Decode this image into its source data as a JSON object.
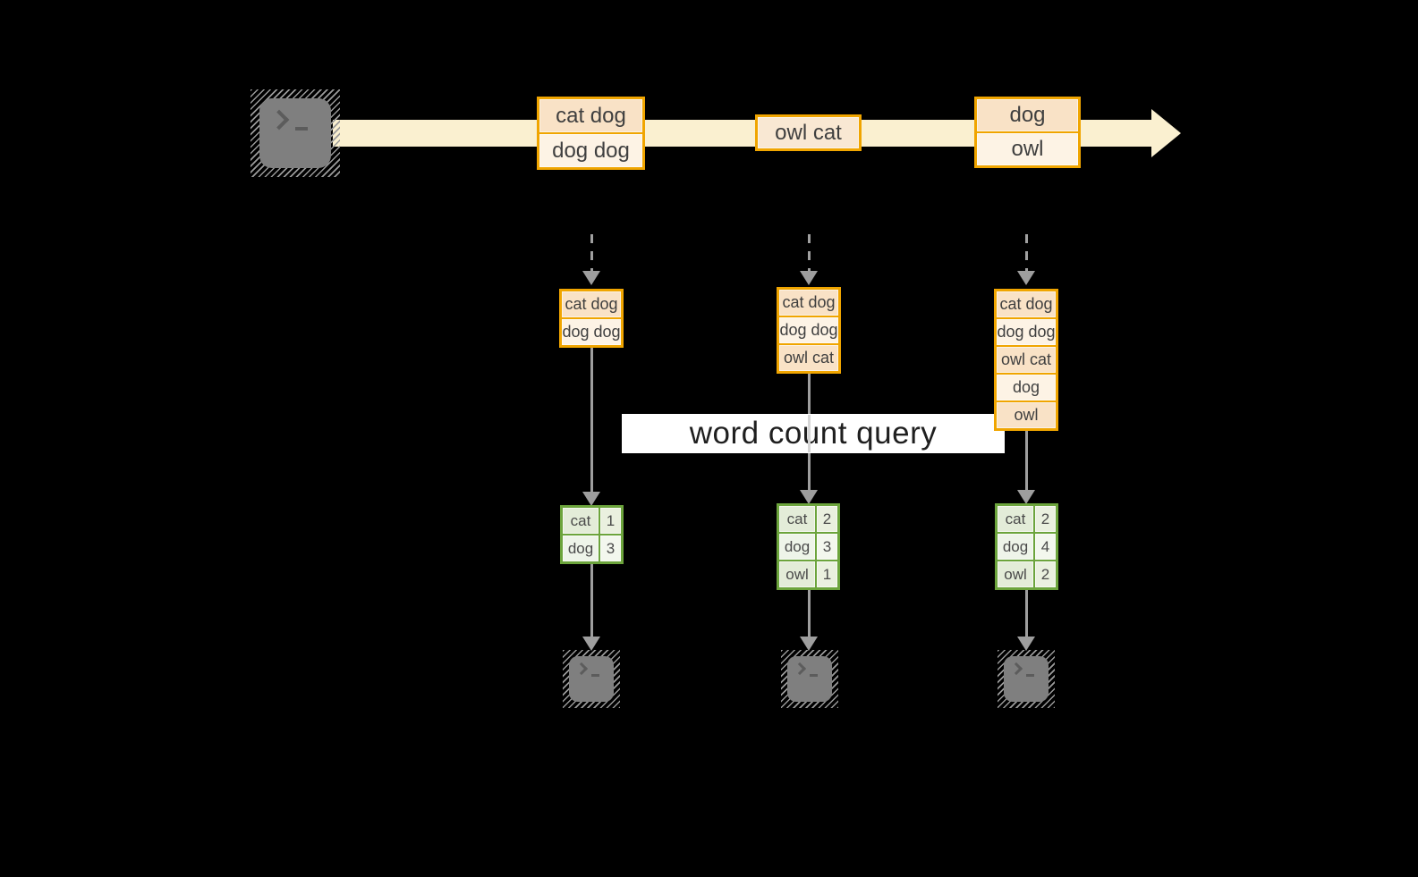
{
  "banner": {
    "label": "word count query"
  },
  "stream": {
    "source_icon": "terminal-icon",
    "arrowhead_icon": "right-arrowhead-icon",
    "event_groups": [
      {
        "rows": [
          "cat dog",
          "dog dog"
        ]
      },
      {
        "rows": [
          "owl cat"
        ]
      },
      {
        "rows": [
          "dog",
          "owl"
        ]
      }
    ]
  },
  "pipelines": [
    {
      "accumulated_rows": [
        "cat dog",
        "dog dog"
      ],
      "counts": [
        {
          "word": "cat",
          "count": "1"
        },
        {
          "word": "dog",
          "count": "3"
        }
      ],
      "sink_icon": "terminal-icon"
    },
    {
      "accumulated_rows": [
        "cat dog",
        "dog dog",
        "owl cat"
      ],
      "counts": [
        {
          "word": "cat",
          "count": "2"
        },
        {
          "word": "dog",
          "count": "3"
        },
        {
          "word": "owl",
          "count": "1"
        }
      ],
      "sink_icon": "terminal-icon"
    },
    {
      "accumulated_rows": [
        "cat dog",
        "dog dog",
        "owl cat",
        "dog",
        "owl"
      ],
      "counts": [
        {
          "word": "cat",
          "count": "2"
        },
        {
          "word": "dog",
          "count": "4"
        },
        {
          "word": "owl",
          "count": "2"
        }
      ],
      "sink_icon": "terminal-icon"
    }
  ],
  "colors": {
    "background": "#000000",
    "stream_band": "#FAF0D0",
    "event_border_gold": "#F0A500",
    "event_fill_peach": "#F9E2C6",
    "event_fill_cream": "#FDF3E5",
    "table_border_green": "#6CA43C",
    "table_fill_green": "#E3ECD8",
    "arrow_gray": "#9E9E9E",
    "terminal_gray": "#7F7F7F",
    "banner_bg": "#FFFFFF",
    "text_dark": "#3F3F3F"
  }
}
